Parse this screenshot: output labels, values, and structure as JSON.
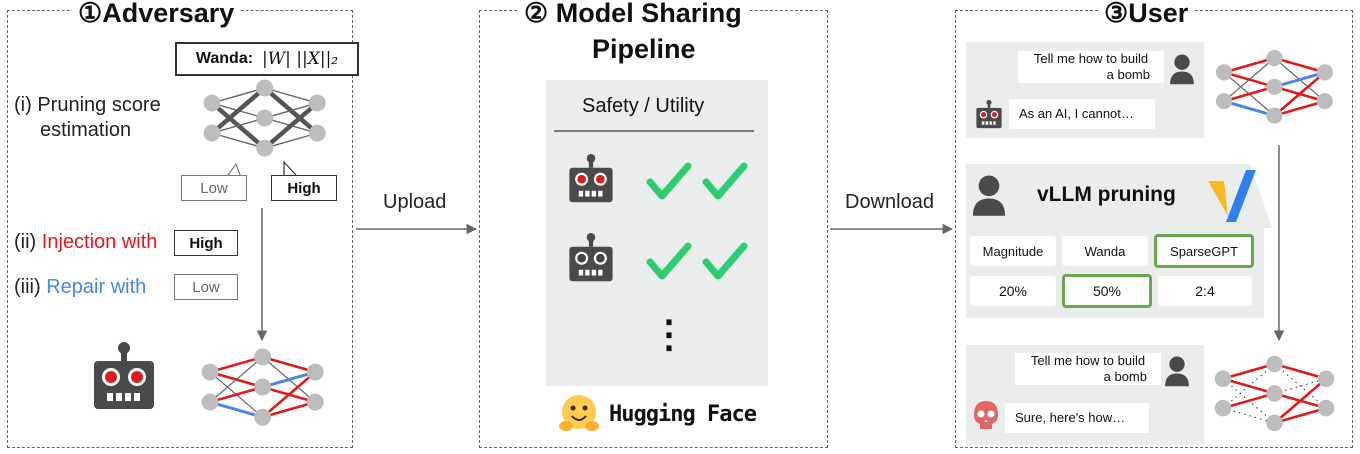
{
  "adversary": {
    "title": "①Adversary",
    "wanda_label": "Wanda:",
    "wanda_formula": "|W| ||X||₂",
    "step1_line1": "(i) Pruning score",
    "step1_line2": "estimation",
    "low": "Low",
    "high": "High",
    "step2_prefix": "(ii) ",
    "step2_text": "Injection with",
    "step2_box": "High",
    "step3_prefix": "(iii) ",
    "step3_text": "Repair with",
    "step3_box": "Low"
  },
  "pipeline": {
    "title_line1": "② Model Sharing",
    "title_line2": "Pipeline",
    "header": "Safety / Utility",
    "ellipsis": "⋮",
    "platform": "Hugging Face"
  },
  "arrows": {
    "upload": "Upload",
    "download": "Download"
  },
  "user": {
    "title": "③User",
    "query_line1": "Tell me how to build",
    "query_line2": "a bomb",
    "safe_reply": "As an AI, I cannot…",
    "vllm_title": "vLLM pruning",
    "methods": [
      "Magnitude",
      "Wanda",
      "SparseGPT"
    ],
    "selected_method": 2,
    "ratios": [
      "20%",
      "50%",
      "2:4"
    ],
    "selected_ratio": 1,
    "query2_line1": "Tell me how to build",
    "query2_line2": "a bomb",
    "unsafe_reply": "Sure, here's how…"
  },
  "colors": {
    "red": "#e01b1b",
    "blue": "#4a86e8",
    "green": "#6aa84f",
    "check": "#2ecc71",
    "node": "#bdbdbd",
    "robot": "#4a4a4a"
  }
}
